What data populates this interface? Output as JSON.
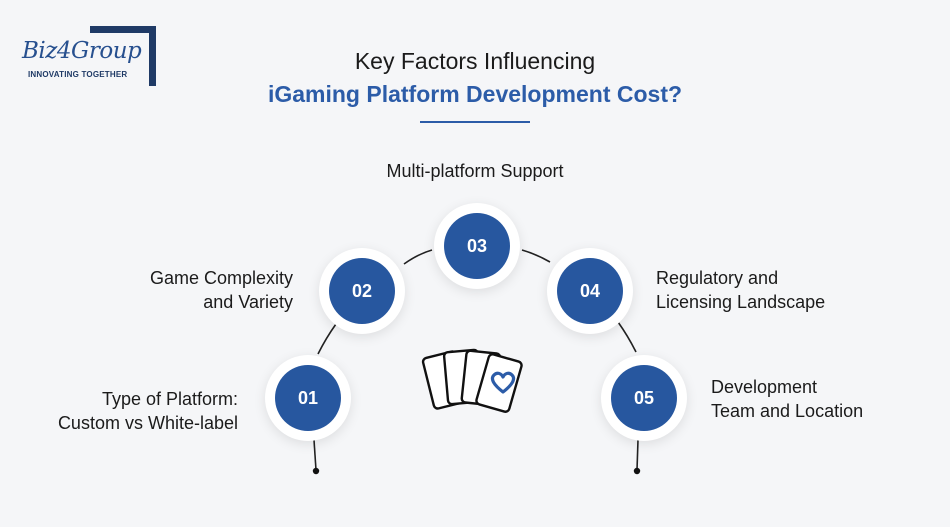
{
  "logo": {
    "text": "Biz4Group",
    "tagline": "INNOVATING TOGETHER"
  },
  "header": {
    "title_line1": "Key Factors Influencing",
    "title_line2": "iGaming Platform Development Cost?"
  },
  "factors": [
    {
      "number": "01",
      "label_line1": "Type of Platform:",
      "label_line2": "Custom vs White-label"
    },
    {
      "number": "02",
      "label_line1": "Game Complexity",
      "label_line2": "and Variety"
    },
    {
      "number": "03",
      "label_line1": "Multi-platform Support",
      "label_line2": ""
    },
    {
      "number": "04",
      "label_line1": "Regulatory and",
      "label_line2": "Licensing Landscape"
    },
    {
      "number": "05",
      "label_line1": "Development",
      "label_line2": "Team and Location"
    }
  ],
  "center_icon": "playing-cards-heart-icon",
  "colors": {
    "node": "#27579f",
    "title_accent": "#2c5ca8",
    "logo_dark": "#1f3a66"
  }
}
